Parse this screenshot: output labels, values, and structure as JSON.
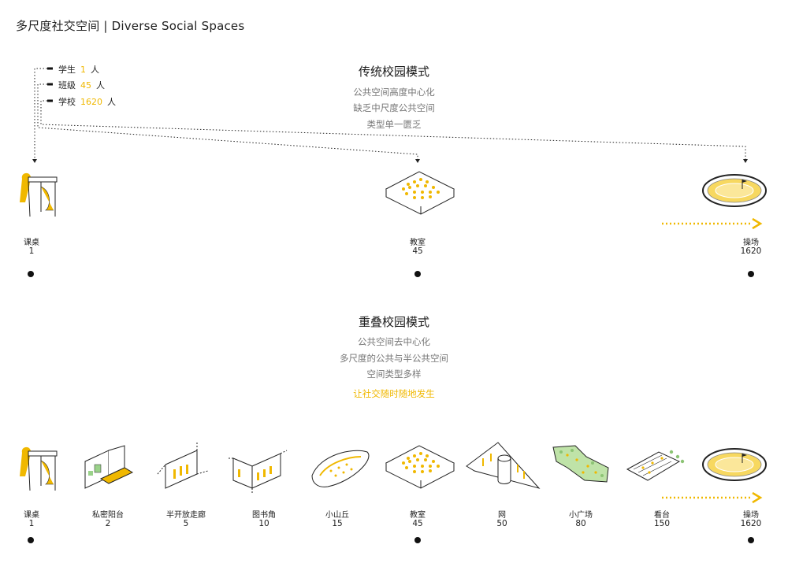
{
  "page_title": "多尺度社交空间 | Diverse Social Spaces",
  "traditional": {
    "title": "传统校园模式",
    "lines": [
      "公共空间高度中心化",
      "缺乏中尺度公共空间",
      "类型单一匮乏"
    ],
    "legend": [
      {
        "label": "学生",
        "value": "1",
        "unit": "人"
      },
      {
        "label": "班级",
        "value": "45",
        "unit": "人"
      },
      {
        "label": "学校",
        "value": "1620",
        "unit": "人"
      }
    ],
    "stops": [
      {
        "label": "课桌",
        "value": "1"
      },
      {
        "label": "教室",
        "value": "45"
      },
      {
        "label": "操场",
        "value": "1620"
      }
    ]
  },
  "overlap": {
    "title": "重叠校园模式",
    "lines": [
      "公共空间去中心化",
      "多尺度的公共与半公共空间",
      "空间类型多样"
    ],
    "highlight": "让社交随时随地发生",
    "stops": [
      {
        "label": "课桌",
        "value": "1"
      },
      {
        "label": "私密阳台",
        "value": "2"
      },
      {
        "label": "半开放走廊",
        "value": "5"
      },
      {
        "label": "图书角",
        "value": "10"
      },
      {
        "label": "小山丘",
        "value": "15"
      },
      {
        "label": "教室",
        "value": "45"
      },
      {
        "label": "网",
        "value": "50"
      },
      {
        "label": "小广场",
        "value": "80"
      },
      {
        "label": "看台",
        "value": "150"
      },
      {
        "label": "操场",
        "value": "1620"
      }
    ]
  },
  "colors": {
    "accent": "#f0b800",
    "dark": "#111111",
    "muted": "#777777"
  }
}
